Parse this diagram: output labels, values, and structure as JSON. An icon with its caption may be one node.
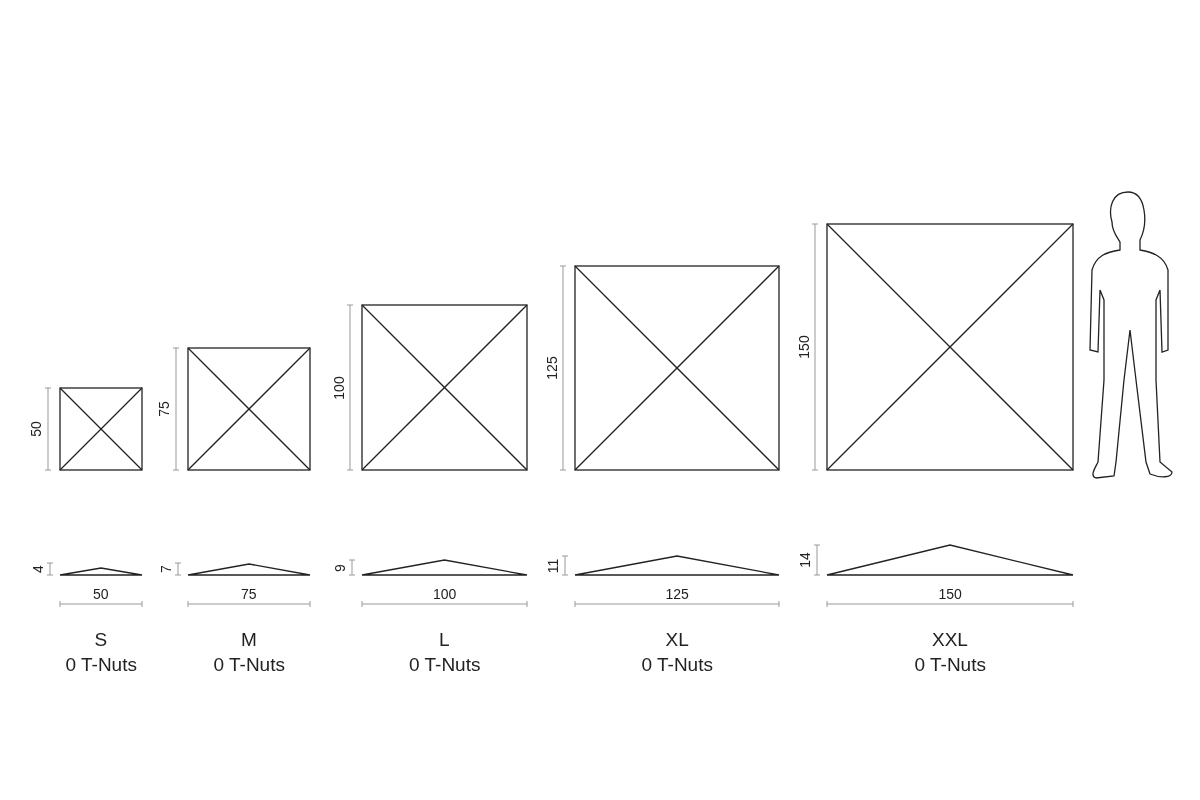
{
  "diagram": {
    "labels": [
      "50",
      "75",
      "100",
      "125",
      "150",
      "4",
      "7",
      "9",
      "11",
      "14",
      "50",
      "75",
      "100",
      "125",
      "150",
      "S",
      "0 T-Nuts",
      "M",
      "0 T-Nuts",
      "L",
      "0 T-Nuts",
      "XL",
      "0 T-Nuts",
      "XXL",
      "0 T-Nuts"
    ]
  }
}
